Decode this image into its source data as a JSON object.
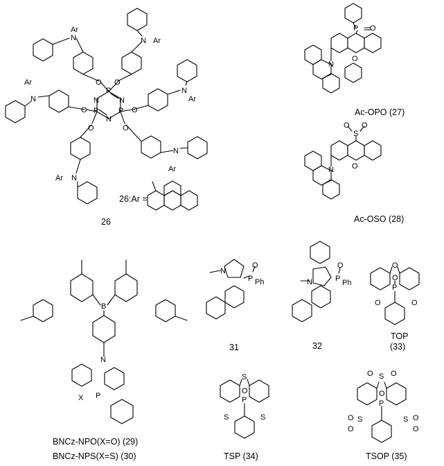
{
  "labels": {
    "c26": "26",
    "ar_def": "26:Ar =",
    "c27": "Ac-OPO (27)",
    "c28": "Ac-OSO (28)",
    "c29": "BNCz-NPO(X=O) (29)",
    "c30": "BNCz-NPS(X=S) (30)",
    "c31": "31",
    "c32": "32",
    "top_name": "TOP",
    "top_num": "(33)",
    "c34": "TSP (34)",
    "c35": "TSOP (35)"
  },
  "atoms": {
    "ar": "Ar",
    "n": "N",
    "o": "O",
    "p": "P",
    "s": "S",
    "b": "B",
    "x": "X",
    "ph": "Ph",
    "n_methyl": "N"
  }
}
